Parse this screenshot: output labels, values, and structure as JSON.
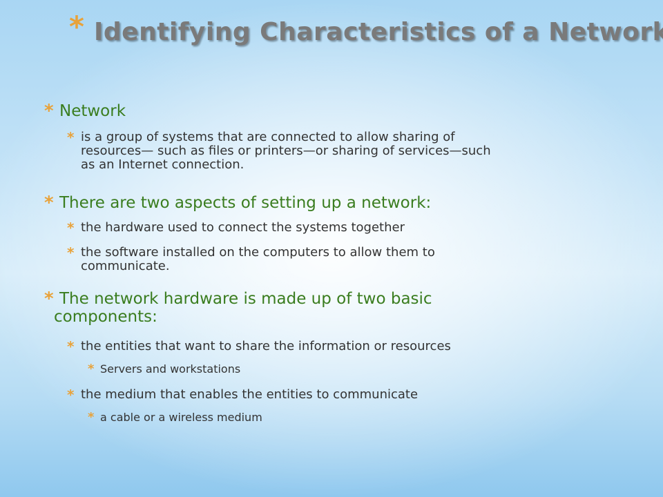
{
  "title": "Identifying Characteristics of a Network",
  "bullet_glyph": "*",
  "items": {
    "i0": {
      "text": "Network"
    },
    "i1": {
      "line1": "is a group of systems that are connected to allow sharing of",
      "line2": "resources— such as files or printers—or sharing of services—such",
      "line3": "as an Internet connection."
    },
    "i2": {
      "text": "There are two aspects of setting up a network:"
    },
    "i3": {
      "text": "the hardware used to connect the systems together"
    },
    "i4": {
      "line1": "the software installed on the computers to allow them to",
      "line2": "communicate."
    },
    "i5": {
      "line1": "The network hardware is made up of two basic",
      "line2": "components:"
    },
    "i6": {
      "text": "the entities that want to share the information or resources"
    },
    "i7": {
      "text": "Servers and workstations"
    },
    "i8": {
      "text": "the medium that enables the entities to communicate"
    },
    "i9": {
      "text": "a cable or a wireless medium"
    }
  },
  "colors": {
    "bullet": "#e8a23a",
    "level1_text": "#3a7d1f",
    "body_text": "#333333",
    "title_text": "#7a7a7a"
  }
}
